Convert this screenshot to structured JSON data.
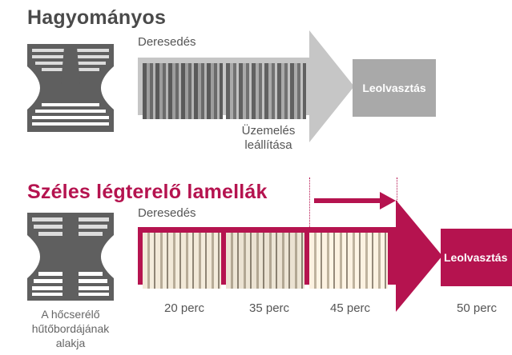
{
  "conventional": {
    "title": "Hagyományos",
    "frost_label": "Deresedés",
    "stop_label_line1": "Üzemelés",
    "stop_label_line2": "leállítása",
    "defrost_label": "Leolvasztás"
  },
  "wide_louver": {
    "title": "Széles légterelő lamellák",
    "frost_label": "Deresedés",
    "defrost_label": "Leolvasztás",
    "times": [
      "20 perc",
      "35 perc",
      "45 perc",
      "50 perc"
    ]
  },
  "fin_caption": {
    "line1": "A hőcserélő",
    "line2": "hűtőbordájának",
    "line3": "alakja"
  },
  "colors": {
    "gray_arrow": "#c6c6c6",
    "gray_box": "#a9a9a9",
    "magenta": "#b5134f",
    "title_gray": "#4a4a4a"
  }
}
